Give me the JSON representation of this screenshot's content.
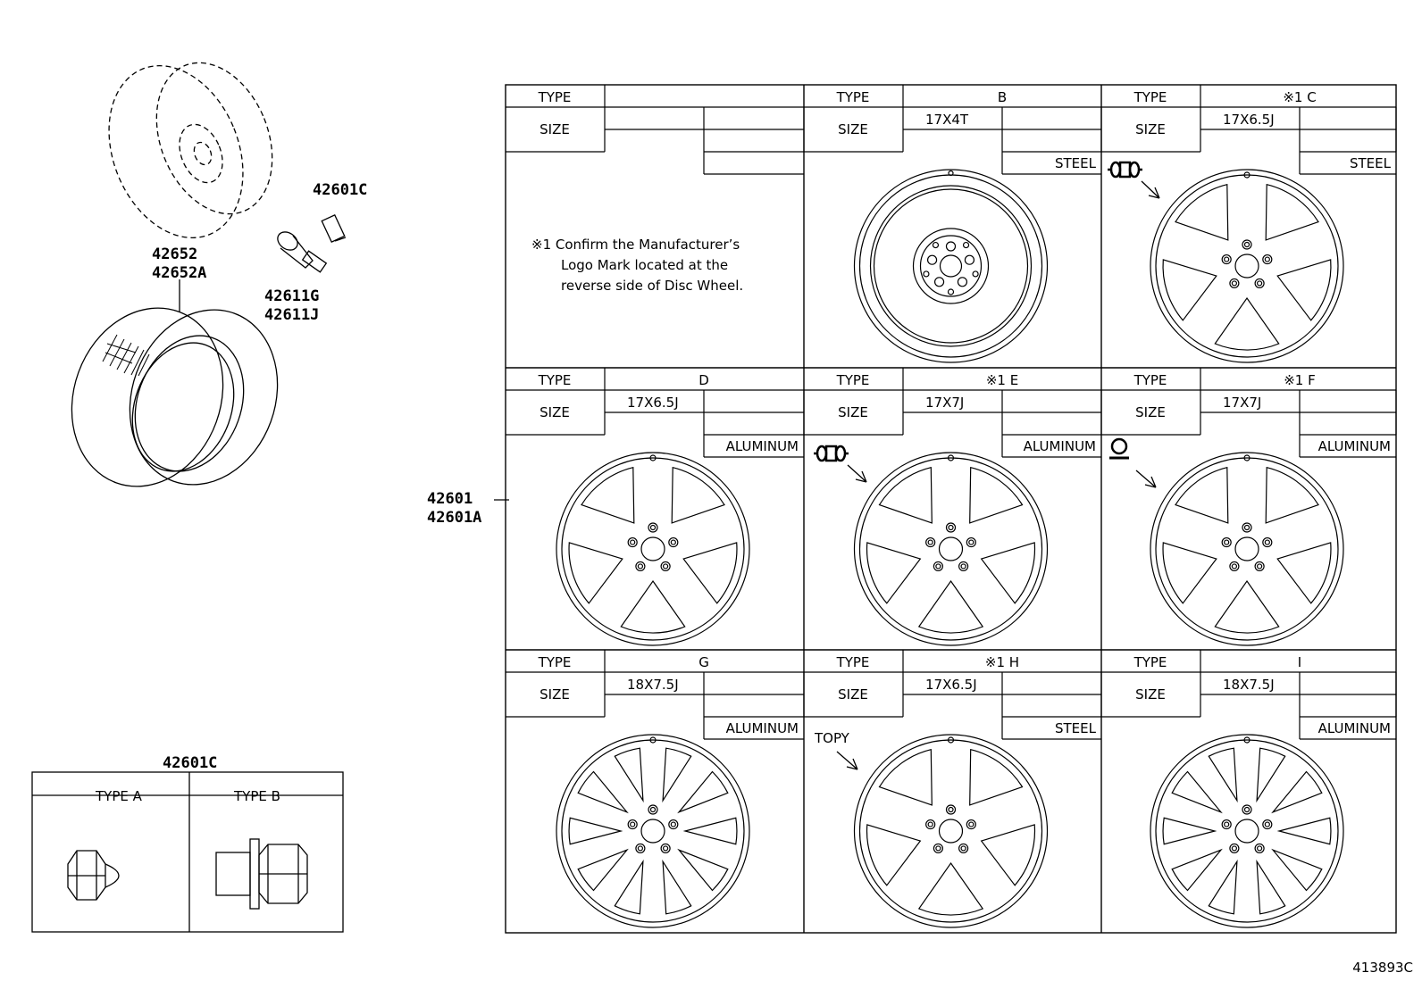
{
  "parts": {
    "wheel_nut": "42601C",
    "valve_cap": "42601C",
    "valve_g": "42611G",
    "valve_j": "42611J",
    "tire": "42652",
    "tire_a": "42652A",
    "disc_wheel": "42601",
    "disc_wheel_a": "42601A"
  },
  "note": {
    "line1": "※1 Confirm the Manufacturer’s",
    "line2": "Logo Mark located at the",
    "line3": "reverse side of Disc Wheel."
  },
  "table_headers": {
    "type": "TYPE",
    "size": "SIZE"
  },
  "nut_types": {
    "a": "TYPE A",
    "b": "TYPE B"
  },
  "wheels": [
    {
      "type": "",
      "size": "",
      "material": ""
    },
    {
      "type": "B",
      "size": "17X4T",
      "material": "STEEL"
    },
    {
      "type": "※1 C",
      "size": "17X6.5J",
      "material": "STEEL",
      "logo": "dumbbell"
    },
    {
      "type": "D",
      "size": "17X6.5J",
      "material": "ALUMINUM"
    },
    {
      "type": "※1 E",
      "size": "17X7J",
      "material": "ALUMINUM",
      "logo": "dumbbell"
    },
    {
      "type": "※1 F",
      "size": "17X7J",
      "material": "ALUMINUM",
      "logo": "ring"
    },
    {
      "type": "G",
      "size": "18X7.5J",
      "material": "ALUMINUM"
    },
    {
      "type": "※1 H",
      "size": "17X6.5J",
      "material": "STEEL",
      "logo": "TOPY"
    },
    {
      "type": "I",
      "size": "18X7.5J",
      "material": "ALUMINUM"
    }
  ],
  "diagram_code": "413893C"
}
